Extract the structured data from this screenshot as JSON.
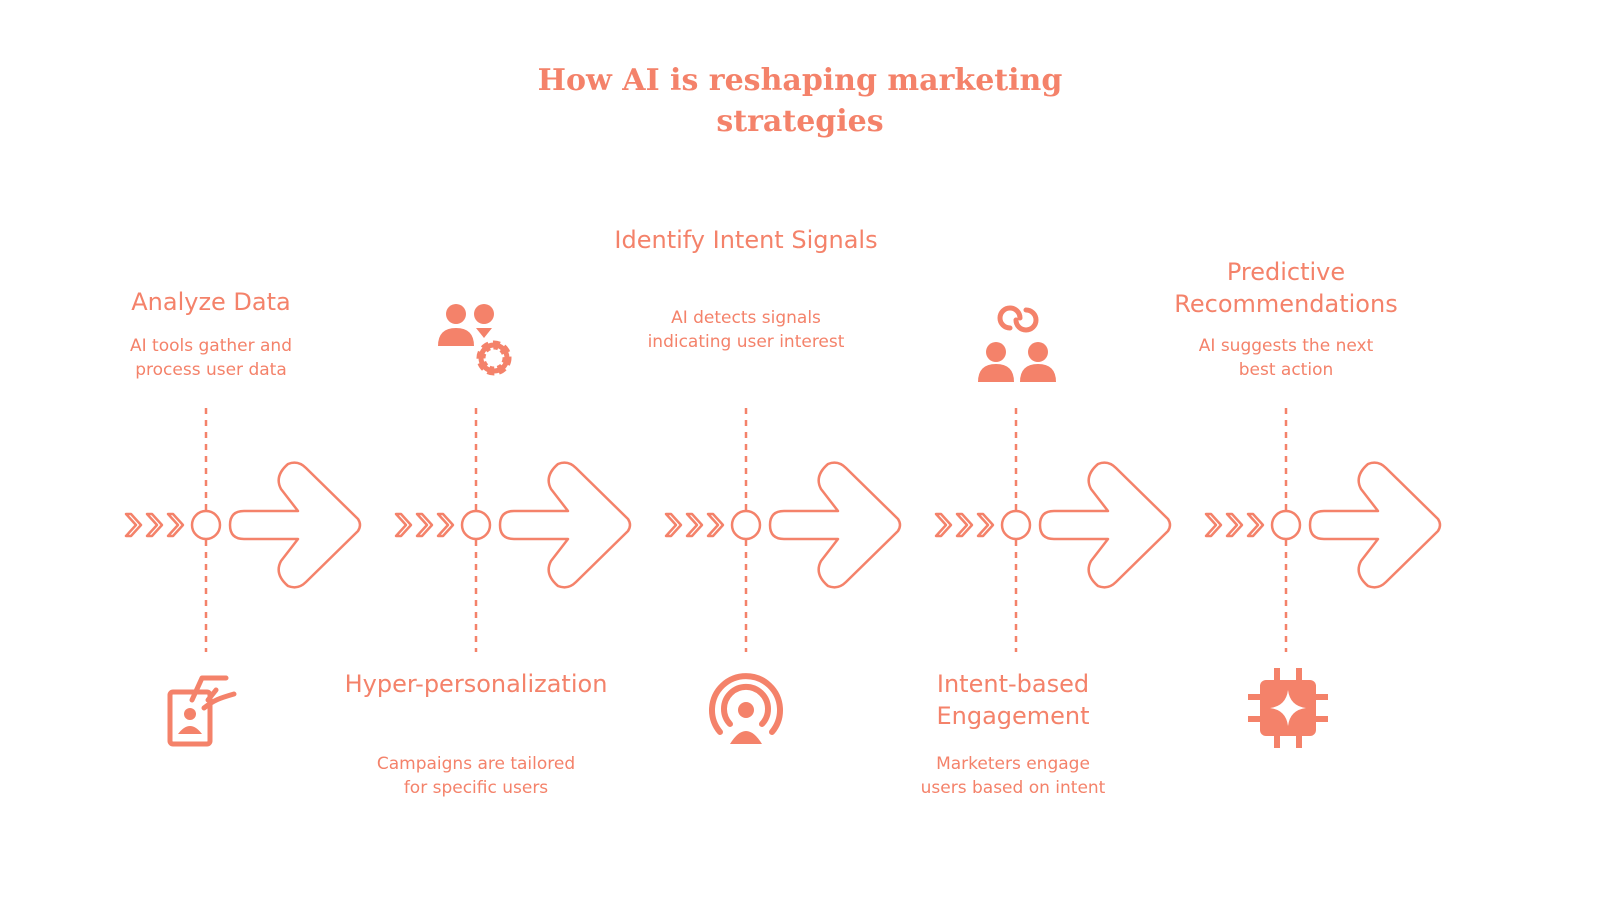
{
  "title": "How AI is reshaping marketing strategies",
  "accent_color": "#F4826A",
  "steps": [
    {
      "title": "Analyze Data",
      "description": "AI tools gather and process user data",
      "icon": "hand-id-card-icon",
      "text_position": "top"
    },
    {
      "title": "Hyper-personalization",
      "description": "Campaigns are tailored for specific users",
      "icon": "users-gear-icon",
      "text_position": "bottom"
    },
    {
      "title": "Identify Intent Signals",
      "description": "AI detects signals indicating user interest",
      "icon": "broadcast-user-icon",
      "text_position": "top"
    },
    {
      "title": "Intent-based Engagement",
      "description": "Marketers engage users based on intent",
      "icon": "users-exchange-icon",
      "text_position": "bottom"
    },
    {
      "title": "Predictive Recommendations",
      "description": "AI suggests the next best action",
      "icon": "ai-chip-icon",
      "text_position": "top"
    }
  ]
}
